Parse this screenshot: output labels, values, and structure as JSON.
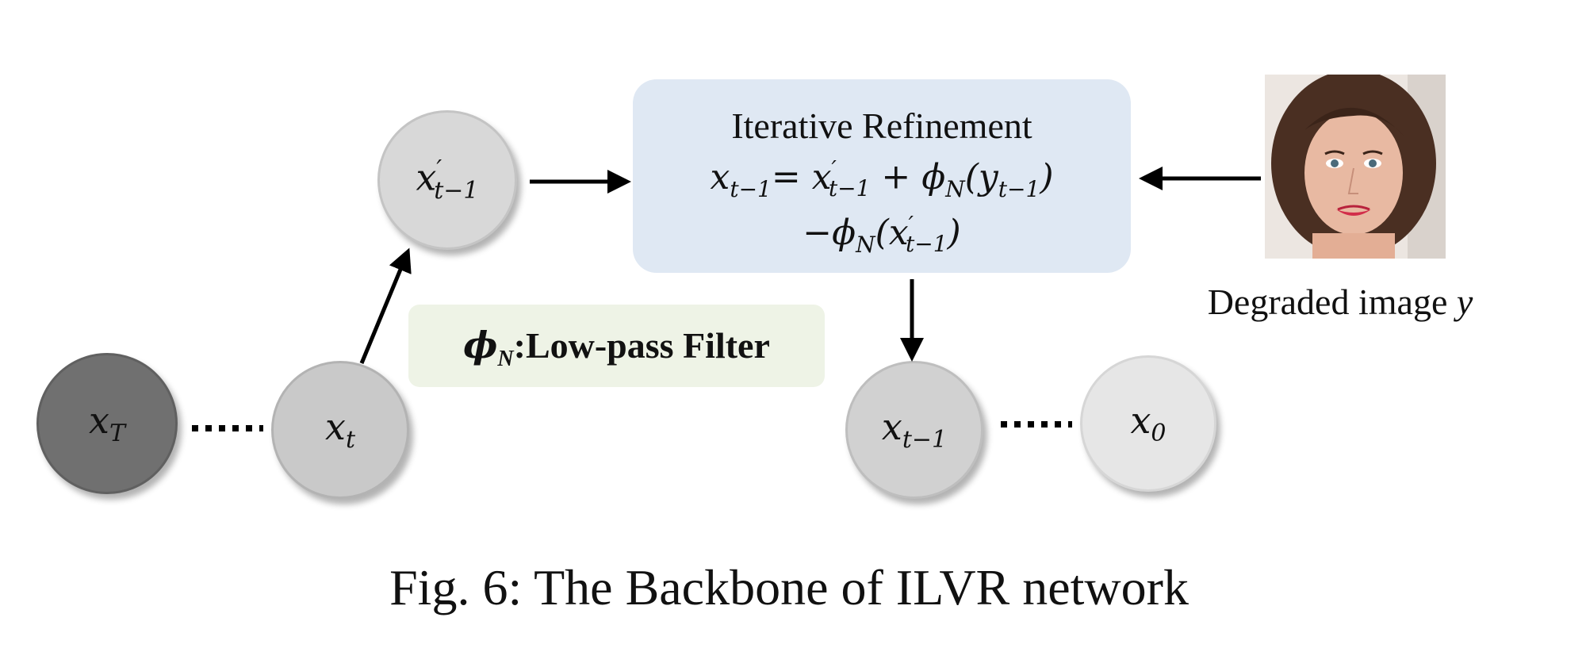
{
  "figure": {
    "caption": "Fig. 6: The Backbone of ILVR network"
  },
  "nodes": {
    "xT": "x",
    "xT_sub": "T",
    "xt": "x",
    "xt_sub": "t",
    "xprime": "x",
    "xprime_sup": "′",
    "xprime_sub": "t−1",
    "xtm1": "x",
    "xtm1_sub": "t−1",
    "x0": "x",
    "x0_sub": "0"
  },
  "refinement": {
    "title": "Iterative Refinement",
    "eq_line1": "x_{t−1}= x′_{t−1} + ϕ_N(y_{t−1})",
    "eq_line2": "−ϕ_N(x′_{t−1})"
  },
  "filter": {
    "symbol": "ϕ",
    "symbol_sub": "N",
    "label": ":Low-pass Filter"
  },
  "degraded": {
    "caption": "Degraded image",
    "variable": "y"
  },
  "colors": {
    "refine_box": "#dfe8f3",
    "filter_box": "#eef3e6",
    "node_xT": "#707070",
    "node_xt": "#c9c9c9",
    "node_xprime": "#d8d8d8",
    "node_xtm1": "#d1d1d1",
    "node_x0": "#e6e6e6"
  }
}
